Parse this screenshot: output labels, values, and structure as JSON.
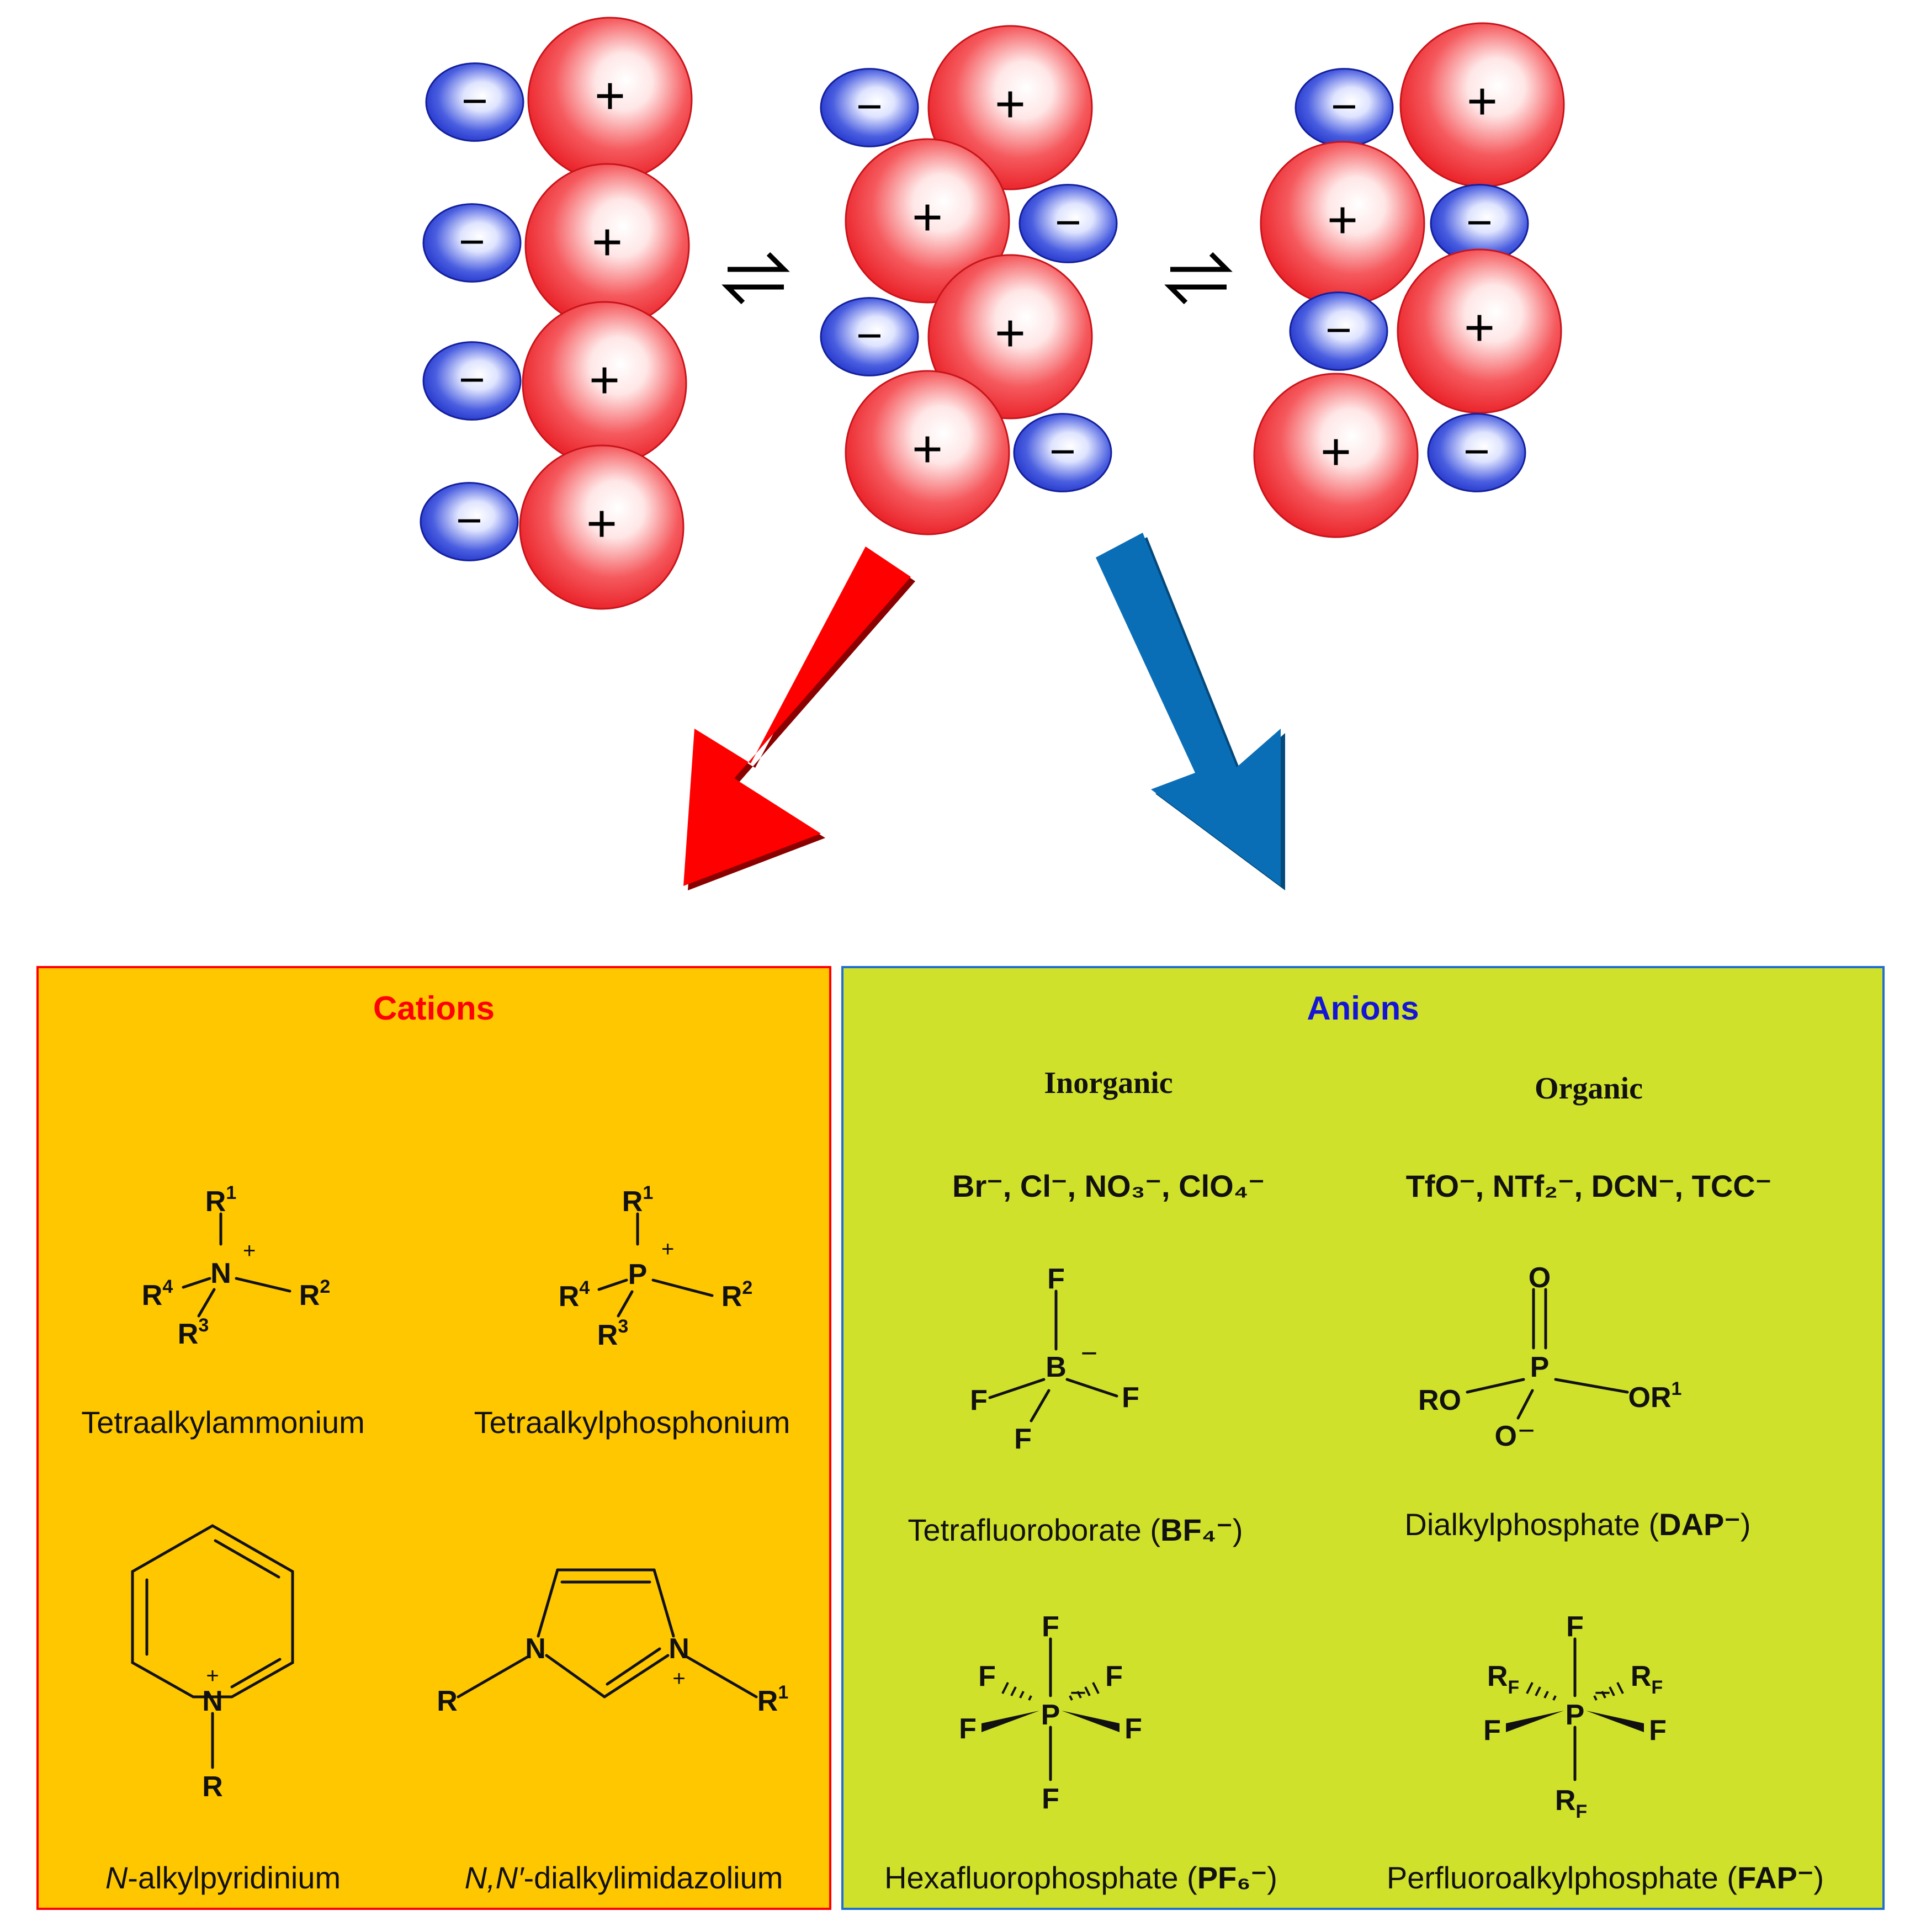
{
  "ion_pairs": {
    "plus": "+",
    "minus": "−"
  },
  "cations": {
    "title": "Cations",
    "tetraalkylammonium": "Tetraalkylammonium",
    "tetraalkylphosphonium": "Tetraalkylphosphonium",
    "pyridinium_prefix": "N",
    "pyridinium_rest": "-alkylpyridinium",
    "imidazolium_prefix": "N,N′",
    "imidazolium_rest": "-dialkylimidazolium"
  },
  "anions": {
    "title": "Anions",
    "inorganic": "Inorganic",
    "organic": "Organic",
    "inorganic_list": "Br⁻, Cl⁻, NO₃⁻, ClO₄⁻",
    "organic_list": "TfO⁻, NTf₂⁻, DCN⁻, TCC⁻",
    "bf4_name": "Tetrafluoroborate",
    "bf4_abbr": "BF₄⁻",
    "dap_name": "Dialkylphosphate",
    "dap_abbr": "DAP⁻",
    "pf6_name": "Hexafluorophosphate",
    "pf6_abbr": "PF₆⁻",
    "fap_name": "Perfluoroalkylphosphate",
    "fap_abbr": "FAP⁻"
  },
  "colors": {
    "cation_sphere": "#ee1c24",
    "anion_sphere": "#1d2fc8",
    "red_arrow": "#ff0000",
    "blue_arrow": "#0a6eb6",
    "cations_panel_bg": "#fec700",
    "anions_panel_bg": "#cfe12a"
  }
}
